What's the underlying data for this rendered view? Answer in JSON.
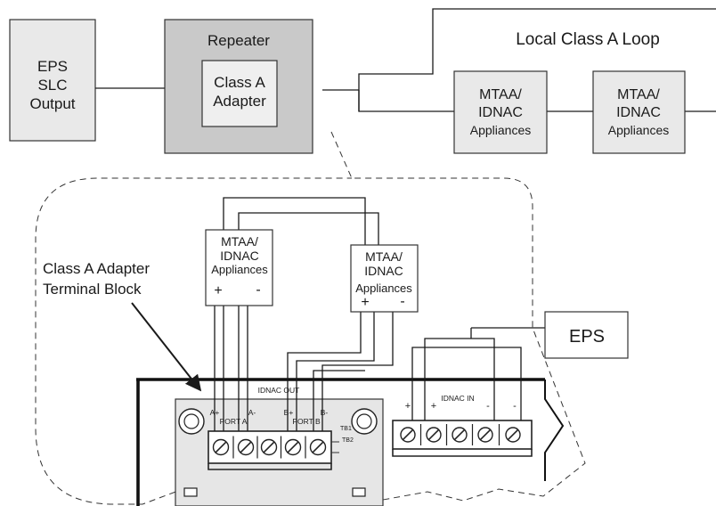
{
  "colors": {
    "box_light": "#e9e9e9",
    "box_dark": "#c9c9c9",
    "box_inner": "#efefef",
    "board": "#e6e6e6",
    "line": "#1a1a1a"
  },
  "top": {
    "eps_slc": [
      "EPS",
      "SLC",
      "Output"
    ],
    "repeater_label": "Repeater",
    "adapter": [
      "Class A",
      "Adapter"
    ],
    "loop_label": "Local Class A Loop",
    "appliance_a": [
      "MTAA/",
      "IDNAC",
      "Appliances"
    ],
    "appliance_b": [
      "MTAA/",
      "IDNAC",
      "Appliances"
    ]
  },
  "detail": {
    "appliance_1": [
      "MTAA/",
      "IDNAC",
      "Appliances"
    ],
    "appliance_1_polarity": [
      "+",
      "-"
    ],
    "appliance_2": [
      "MTAA/",
      "IDNAC",
      "Appliances"
    ],
    "appliance_2_polarity": [
      "+",
      "-"
    ],
    "callout": [
      "Class A Adapter",
      "Terminal Block"
    ],
    "eps_label": "EPS",
    "idnac_out": "IDNAC OUT",
    "port_a_terms": [
      "A+",
      "A-"
    ],
    "port_a_label": "PORT A",
    "port_b_terms": [
      "B+",
      "B-"
    ],
    "port_b_label": "PORT B",
    "tb1": "TB1",
    "tb2": "TB2",
    "idnac_in": "IDNAC IN",
    "in_signs": [
      "+",
      "+",
      "-",
      "-"
    ]
  }
}
